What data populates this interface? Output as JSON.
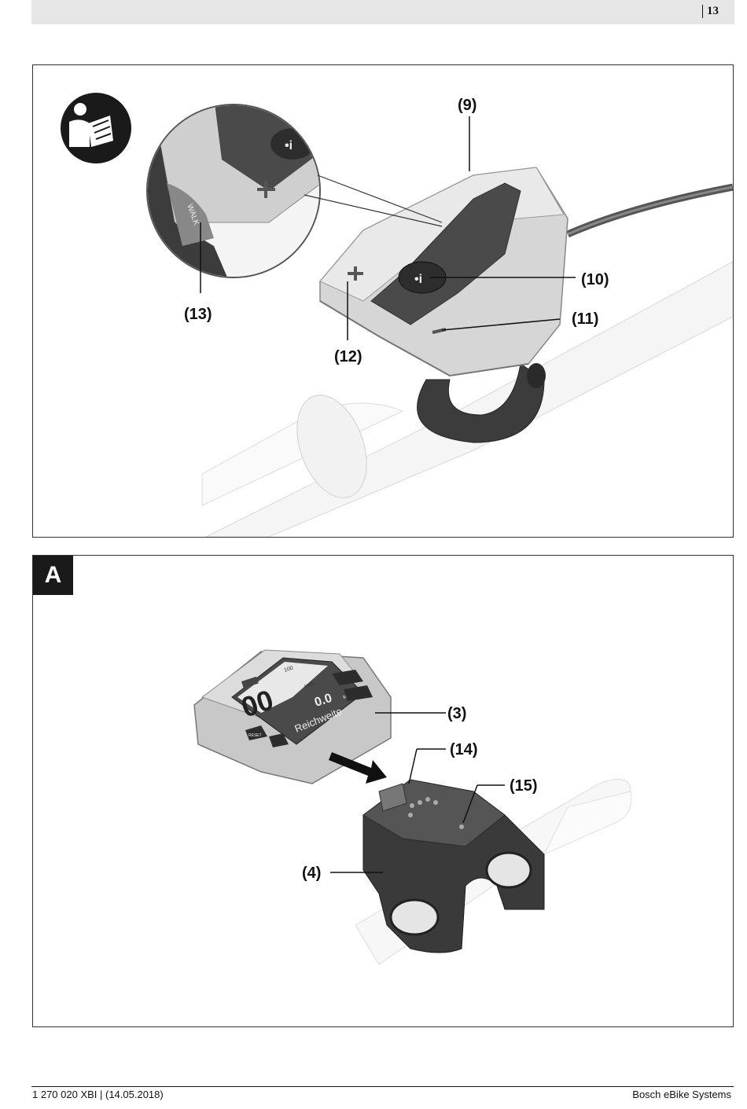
{
  "header": {
    "page_number": "13"
  },
  "figure_top": {
    "callouts": {
      "c9": "(9)",
      "c10": "(10)",
      "c11": "(11)",
      "c12": "(12)",
      "c13": "(13)"
    },
    "walk_label": "WALK",
    "icon": "read-manual-icon"
  },
  "figure_a": {
    "section_letter": "A",
    "callouts": {
      "c3": "(3)",
      "c14": "(14)",
      "c15": "(15)",
      "c4": "(4)"
    },
    "display": {
      "big_digits": "00",
      "small_digits": "0.0",
      "unit_top": "km/h",
      "unit_bottom": "km",
      "range_text": "Reichweite",
      "reset_label": "RESET",
      "level_box": "100"
    }
  },
  "footer": {
    "left": "1 270 020 XBI | (14.05.2018)",
    "right": "Bosch eBike Systems"
  }
}
